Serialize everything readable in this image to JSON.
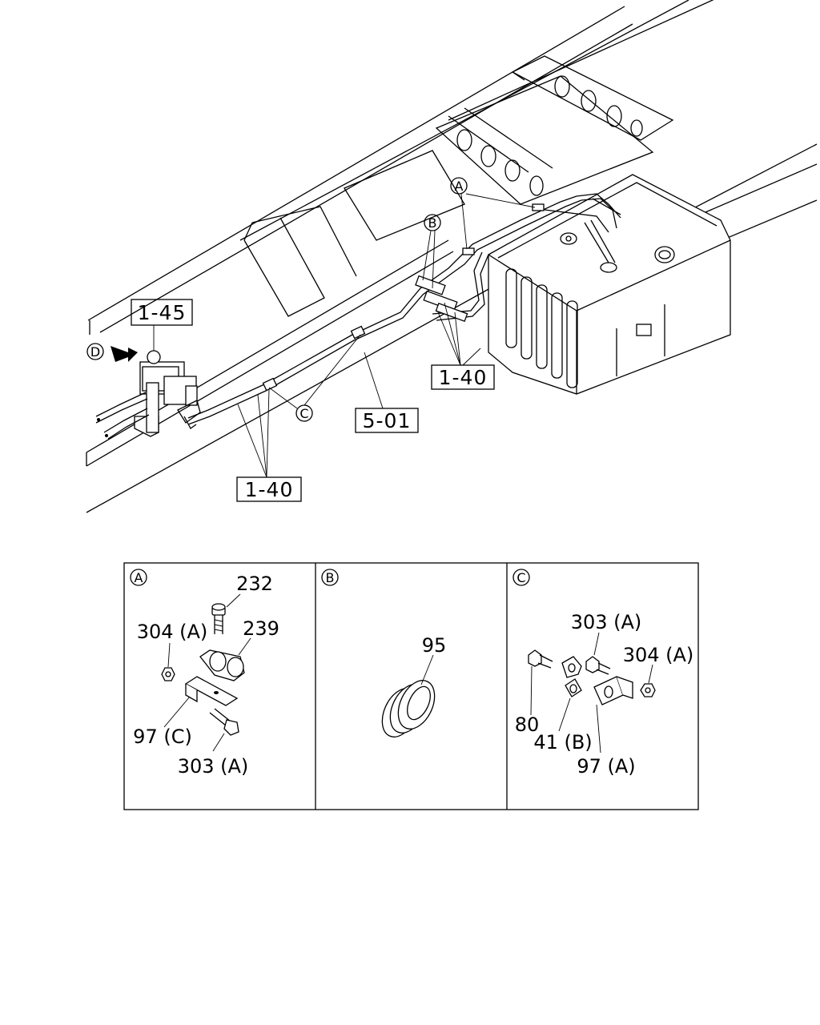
{
  "main_view": {
    "view_marker": "D",
    "detail_markers": {
      "a": "A",
      "b": "B",
      "c": "C"
    },
    "ref_boxes": {
      "valve": "1-45",
      "pipe_rear": "1-40",
      "pipe_front": "1-40",
      "frame": "5-01"
    }
  },
  "details": {
    "a": {
      "marker": "A",
      "labels": {
        "bolt_top": "232",
        "clip": "239",
        "nut": "304 (A)",
        "bracket": "97 (C)",
        "bolt_bottom": "303 (A)"
      }
    },
    "b": {
      "marker": "B",
      "labels": {
        "grommet": "95"
      }
    },
    "c": {
      "marker": "C",
      "labels": {
        "bolt_top": "303 (A)",
        "nut": "304 (A)",
        "bolt_left": "80",
        "clip": "41 (B)",
        "bracket": "97 (A)"
      }
    }
  }
}
